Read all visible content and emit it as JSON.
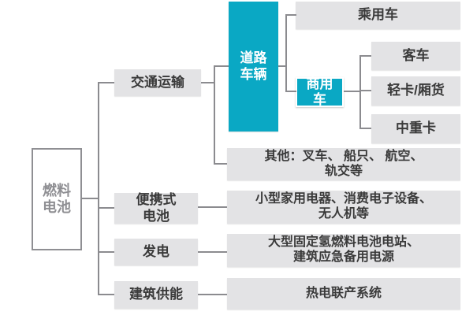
{
  "colors": {
    "accent_teal": "#0aa8c4",
    "box_gray": "#e3e3e5",
    "text_dark": "#3a3a3a",
    "root_gray": "#8f8f93",
    "line_gray": "#8b8b8f"
  },
  "tree": {
    "label": "燃料\n电池",
    "children": [
      {
        "label": "交通运输",
        "children": [
          {
            "label": "道路\n车辆",
            "children": [
              {
                "label": "乘用车"
              },
              {
                "label": "商用\n车",
                "children": [
                  {
                    "label": "客车"
                  },
                  {
                    "label": "轻卡/厢货"
                  },
                  {
                    "label": "中重卡"
                  }
                ]
              }
            ]
          },
          {
            "label": "其他：叉车、 船只、 航空、\n轨交等"
          }
        ]
      },
      {
        "label": "便携式\n电池",
        "children": [
          {
            "label": "小型家用电器、消费电子设备、\n无人机等"
          }
        ]
      },
      {
        "label": "发电",
        "children": [
          {
            "label": "大型固定氢燃料电池电站、\n建筑应急备用电源"
          }
        ]
      },
      {
        "label": "建筑供能",
        "children": [
          {
            "label": "热电联产系统"
          }
        ]
      }
    ]
  }
}
